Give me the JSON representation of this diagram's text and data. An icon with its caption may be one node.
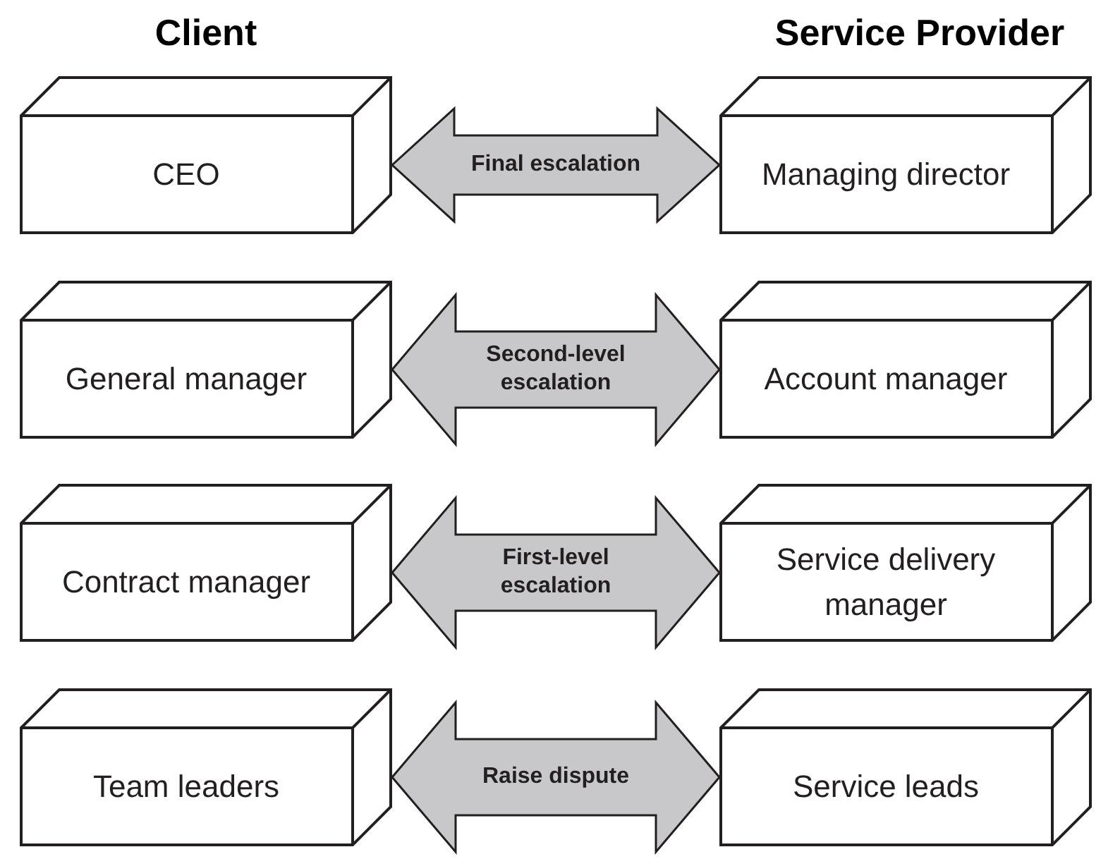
{
  "diagram": {
    "nodes": [
      {
        "text": [
          "CEO"
        ]
      },
      {
        "text": [
          "General manager"
        ]
      },
      {
        "text": [
          "Contract manager"
        ]
      },
      {
        "text": [
          "Team leaders"
        ]
      },
      {
        "text": [
          "Managing director"
        ]
      },
      {
        "text": [
          "Account manager"
        ]
      },
      {
        "text": [
          "Service delivery manager"
        ]
      },
      {
        "text": [
          "Service leads"
        ]
      }
    ],
    "edges": [
      {
        "from": 0,
        "to": 4,
        "arrow": "both",
        "label": "Final escalation"
      },
      {
        "from": 1,
        "to": 5,
        "arrow": "both",
        "label": "Second-level escalation"
      },
      {
        "from": 2,
        "to": 6,
        "arrow": "both",
        "label": "First-level escalation"
      },
      {
        "from": 3,
        "to": 7,
        "arrow": "both",
        "label": "Raise dispute"
      }
    ],
    "labels": [
      "Client",
      "Service Provider"
    ]
  }
}
